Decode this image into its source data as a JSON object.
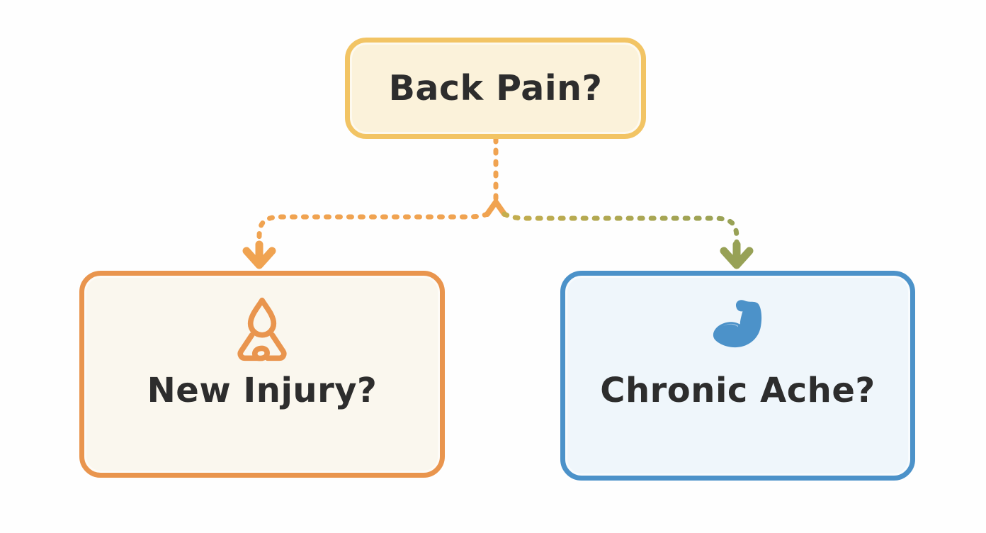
{
  "flowchart": {
    "root": {
      "label": "Back Pain?",
      "fill": "#FBF2DA",
      "border": "#F2C464"
    },
    "nodes": [
      {
        "id": "new-injury",
        "label": "New Injury?",
        "icon": "ice-drop-icon",
        "fill": "#FAF7EE",
        "border": "#E9954E",
        "icon_color": "#E9954E"
      },
      {
        "id": "chronic-ache",
        "label": "Chronic Ache?",
        "icon": "bicep-icon",
        "fill": "#EFF6FB",
        "border": "#4C92C9",
        "icon_color": "#4C92C9"
      }
    ],
    "connectors": {
      "style": "dashed",
      "stem_color": "#F0A351",
      "left_branch_color": "#F0A351",
      "right_branch_color_start": "#C2AC4F",
      "right_branch_color_end": "#97A156",
      "arrow_direction": "down"
    },
    "text_color": "#2D2D2D",
    "page_background": "#FEFEFE"
  }
}
